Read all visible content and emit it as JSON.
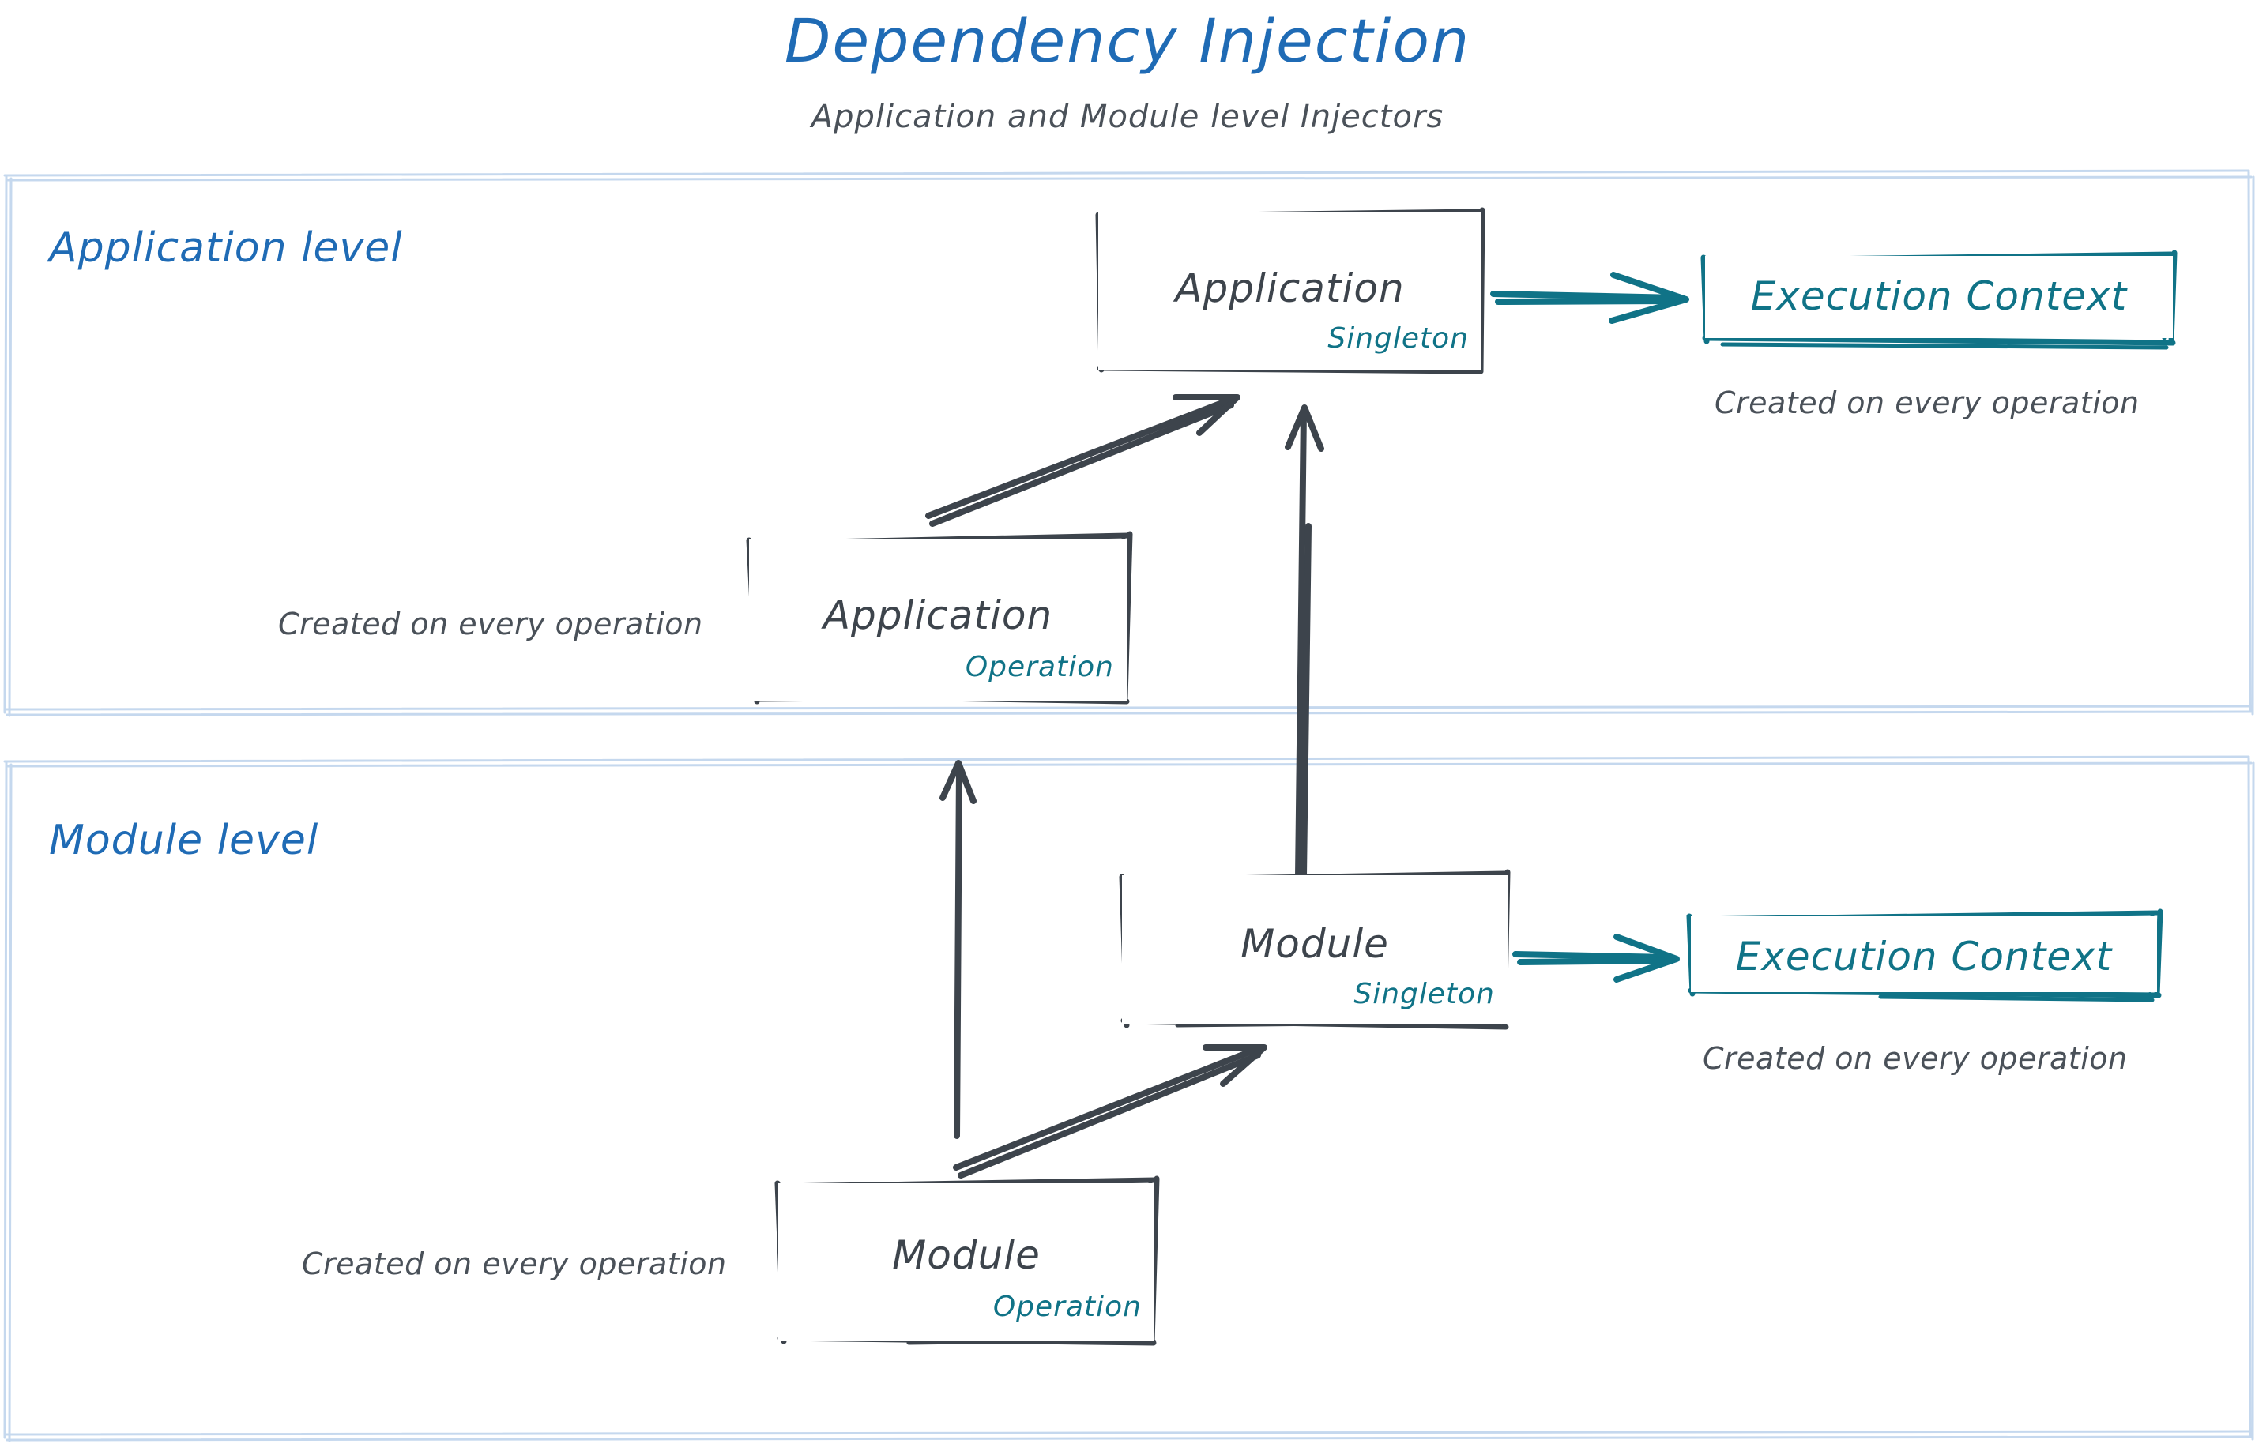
{
  "header": {
    "title": "Dependency Injection",
    "subtitle": "Application and Module level Injectors"
  },
  "colors": {
    "title_blue": "#1f6bb5",
    "panel_border": "#c5d8ee",
    "node_stroke": "#3d444c",
    "teal": "#107387",
    "note_gray": "#4a5159",
    "background": "#ffffff"
  },
  "panels": [
    {
      "id": "application-level",
      "title": "Application level"
    },
    {
      "id": "module-level",
      "title": "Module level"
    }
  ],
  "nodes": {
    "app_singleton": {
      "title": "Application",
      "scope": "Singleton"
    },
    "app_operation": {
      "title": "Application",
      "scope": "Operation"
    },
    "mod_singleton": {
      "title": "Module",
      "scope": "Singleton"
    },
    "mod_operation": {
      "title": "Module",
      "scope": "Operation"
    }
  },
  "exec_contexts": {
    "application": {
      "label": "Execution Context",
      "note": "Created on every operation"
    },
    "module": {
      "label": "Execution Context",
      "note": "Created on every operation"
    }
  },
  "notes": {
    "app_operation": "Created on every operation",
    "mod_operation": "Created on every operation"
  },
  "edges": [
    {
      "from": "app_singleton",
      "to": "exec_app",
      "style": "teal-arrow"
    },
    {
      "from": "app_operation",
      "to": "app_singleton",
      "style": "dark-arrow-diagonal"
    },
    {
      "from": "mod_singleton",
      "to": "app_singleton",
      "style": "dark-arrow-vertical"
    },
    {
      "from": "mod_operation",
      "to": "app_operation",
      "style": "dark-arrow-vertical"
    },
    {
      "from": "mod_operation",
      "to": "mod_singleton",
      "style": "dark-arrow-diagonal"
    },
    {
      "from": "mod_singleton",
      "to": "exec_mod",
      "style": "teal-arrow"
    }
  ]
}
